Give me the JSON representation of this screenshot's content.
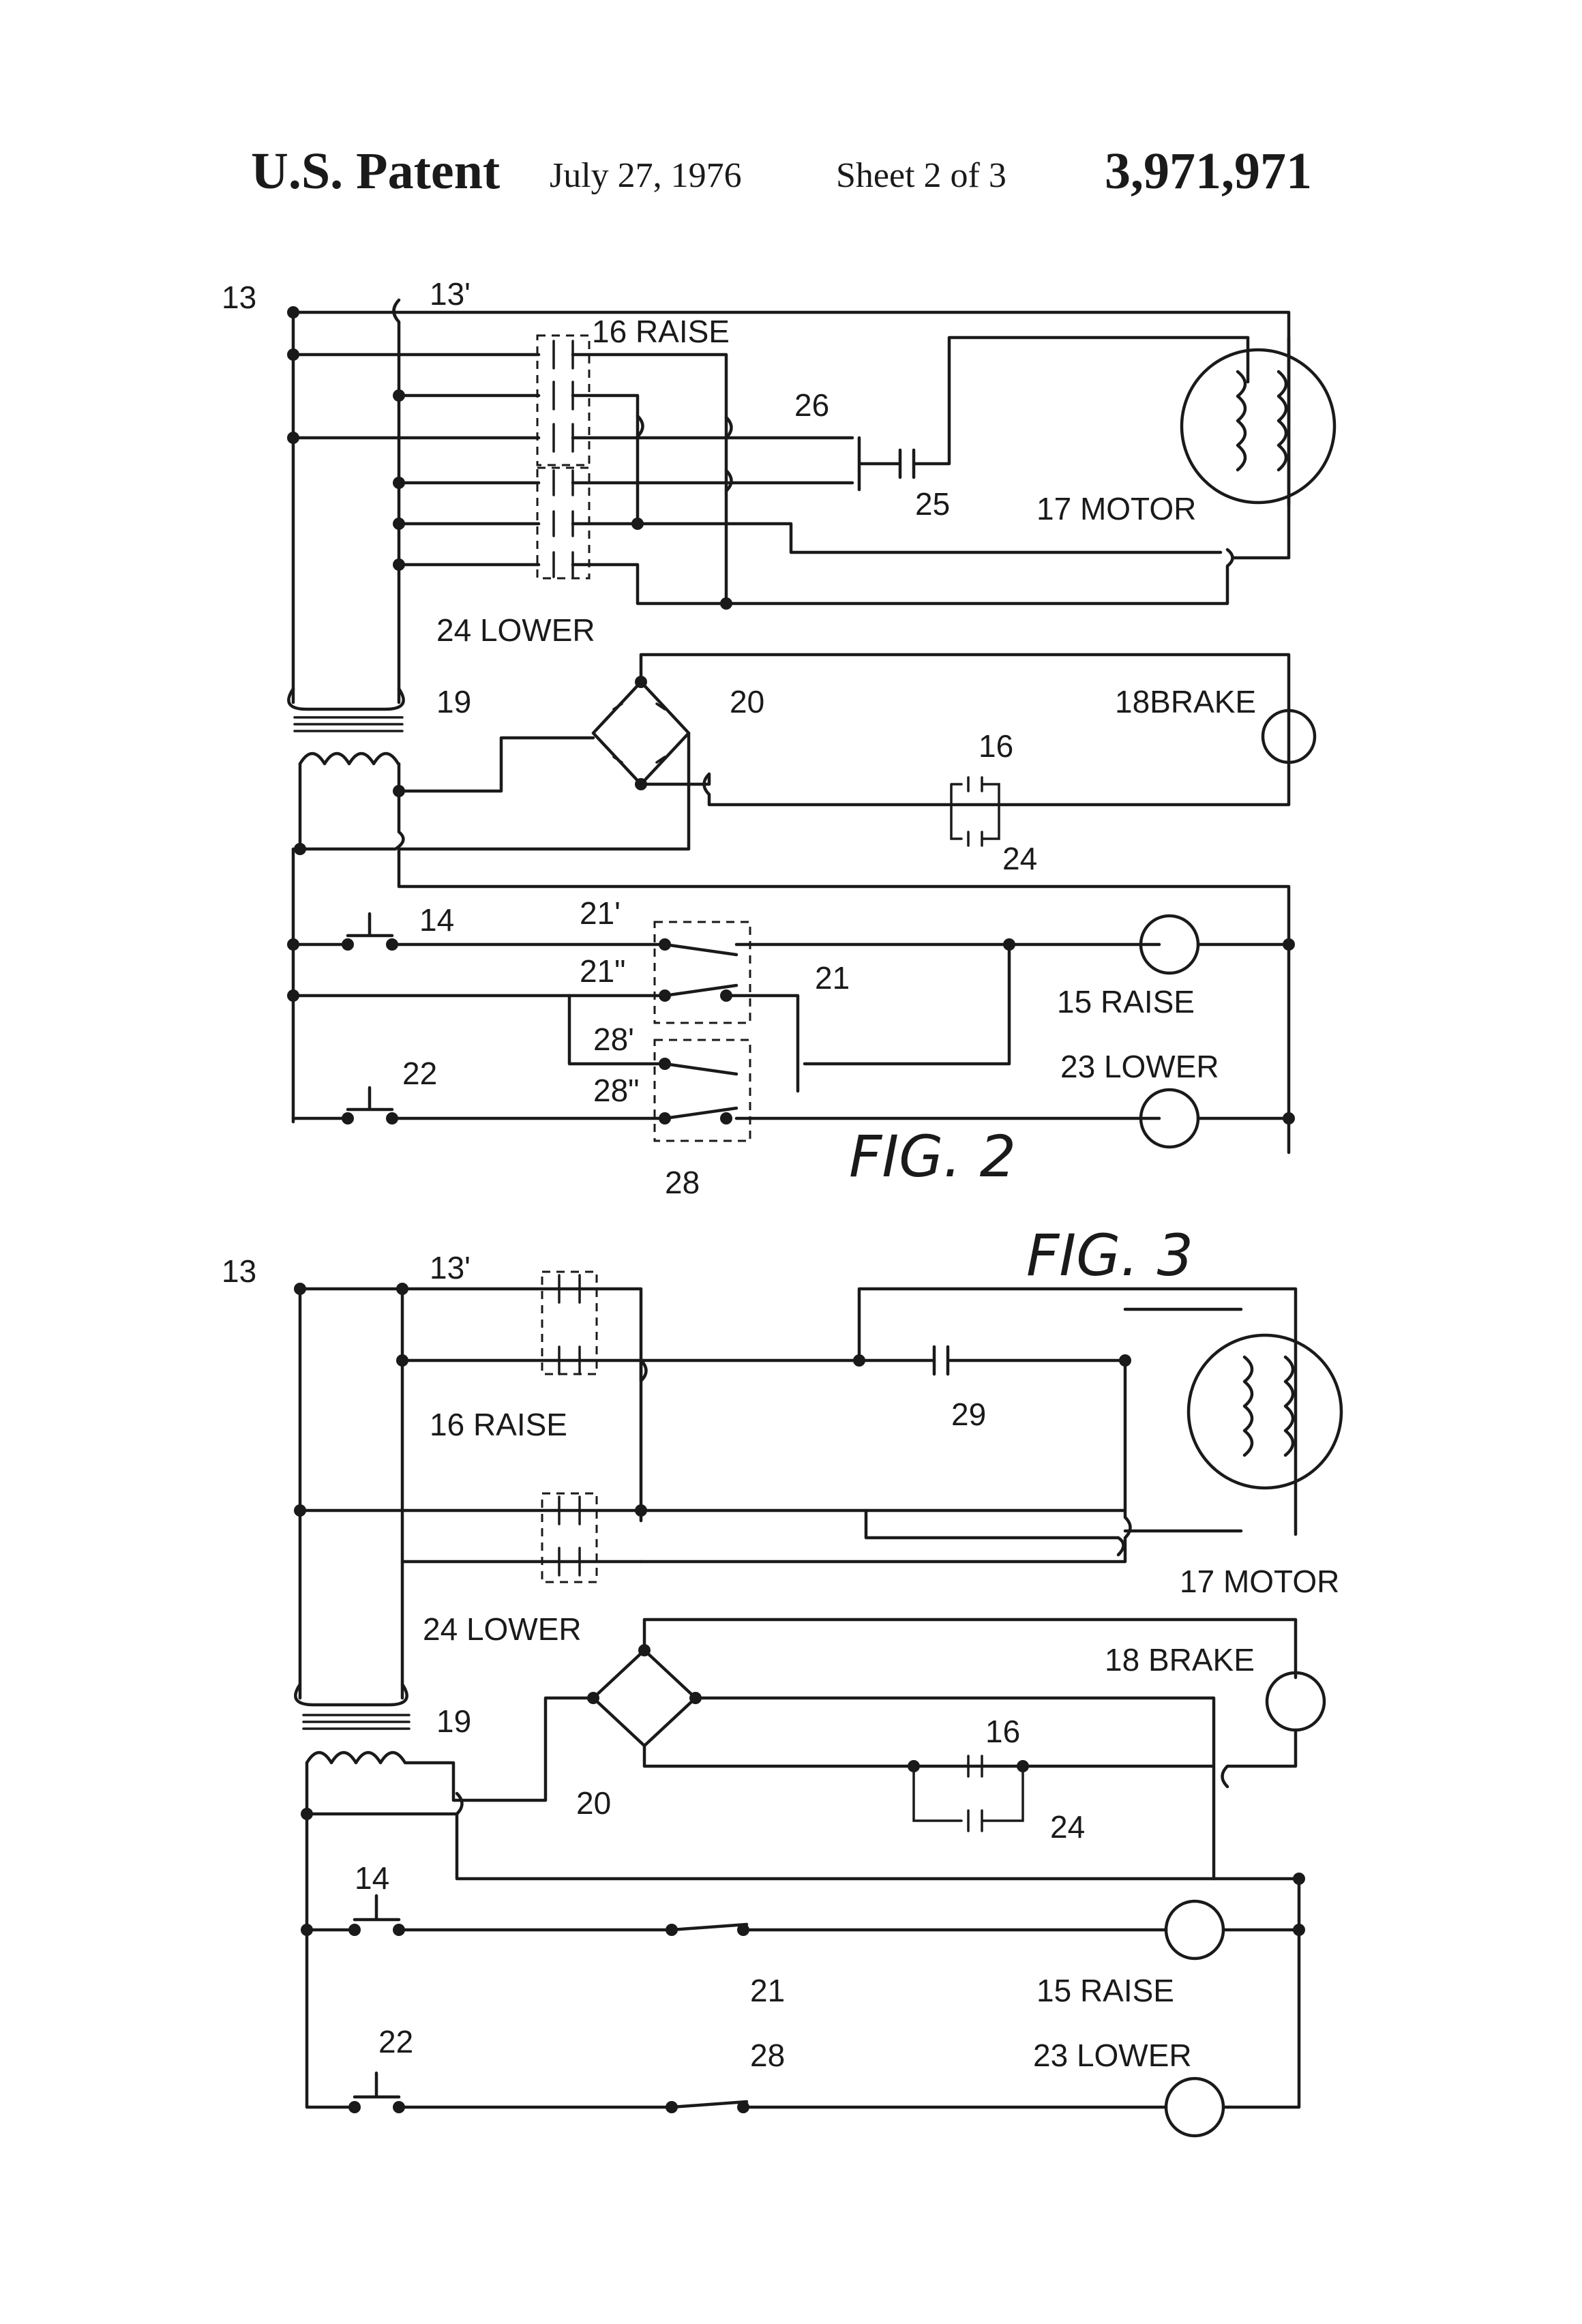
{
  "header": {
    "title": "U.S. Patent",
    "date": "July 27, 1976",
    "sheet": "Sheet 2 of 3",
    "patent_number": "3,971,971"
  },
  "fig2": {
    "caption": "FIG. 2",
    "labels": {
      "l13": "13",
      "l13p": "13'",
      "l16raise": "16 RAISE",
      "l26": "26",
      "l25": "25",
      "l17motor": "17 MOTOR",
      "l24lower": "24 LOWER",
      "l19": "19",
      "l20": "20",
      "l18brake": "18BRAKE",
      "l16": "16",
      "l24": "24",
      "l14": "14",
      "l21p": "21'",
      "l21pp": "21\"",
      "l21": "21",
      "l15raise": "15 RAISE",
      "l28p": "28'",
      "l28pp": "28\"",
      "l22": "22",
      "l23lower": "23 LOWER",
      "l28": "28"
    }
  },
  "fig3": {
    "caption": "FIG. 3",
    "labels": {
      "l13": "13",
      "l13p": "13'",
      "l16raise": "16 RAISE",
      "l29": "29",
      "l24lower": "24 LOWER",
      "l17motor": "17 MOTOR",
      "l18brake": "18 BRAKE",
      "l19": "19",
      "l20": "20",
      "l16": "16",
      "l24": "24",
      "l14": "14",
      "l21": "21",
      "l15raise": "15 RAISE",
      "l22": "22",
      "l28": "28",
      "l23lower": "23 LOWER"
    }
  }
}
